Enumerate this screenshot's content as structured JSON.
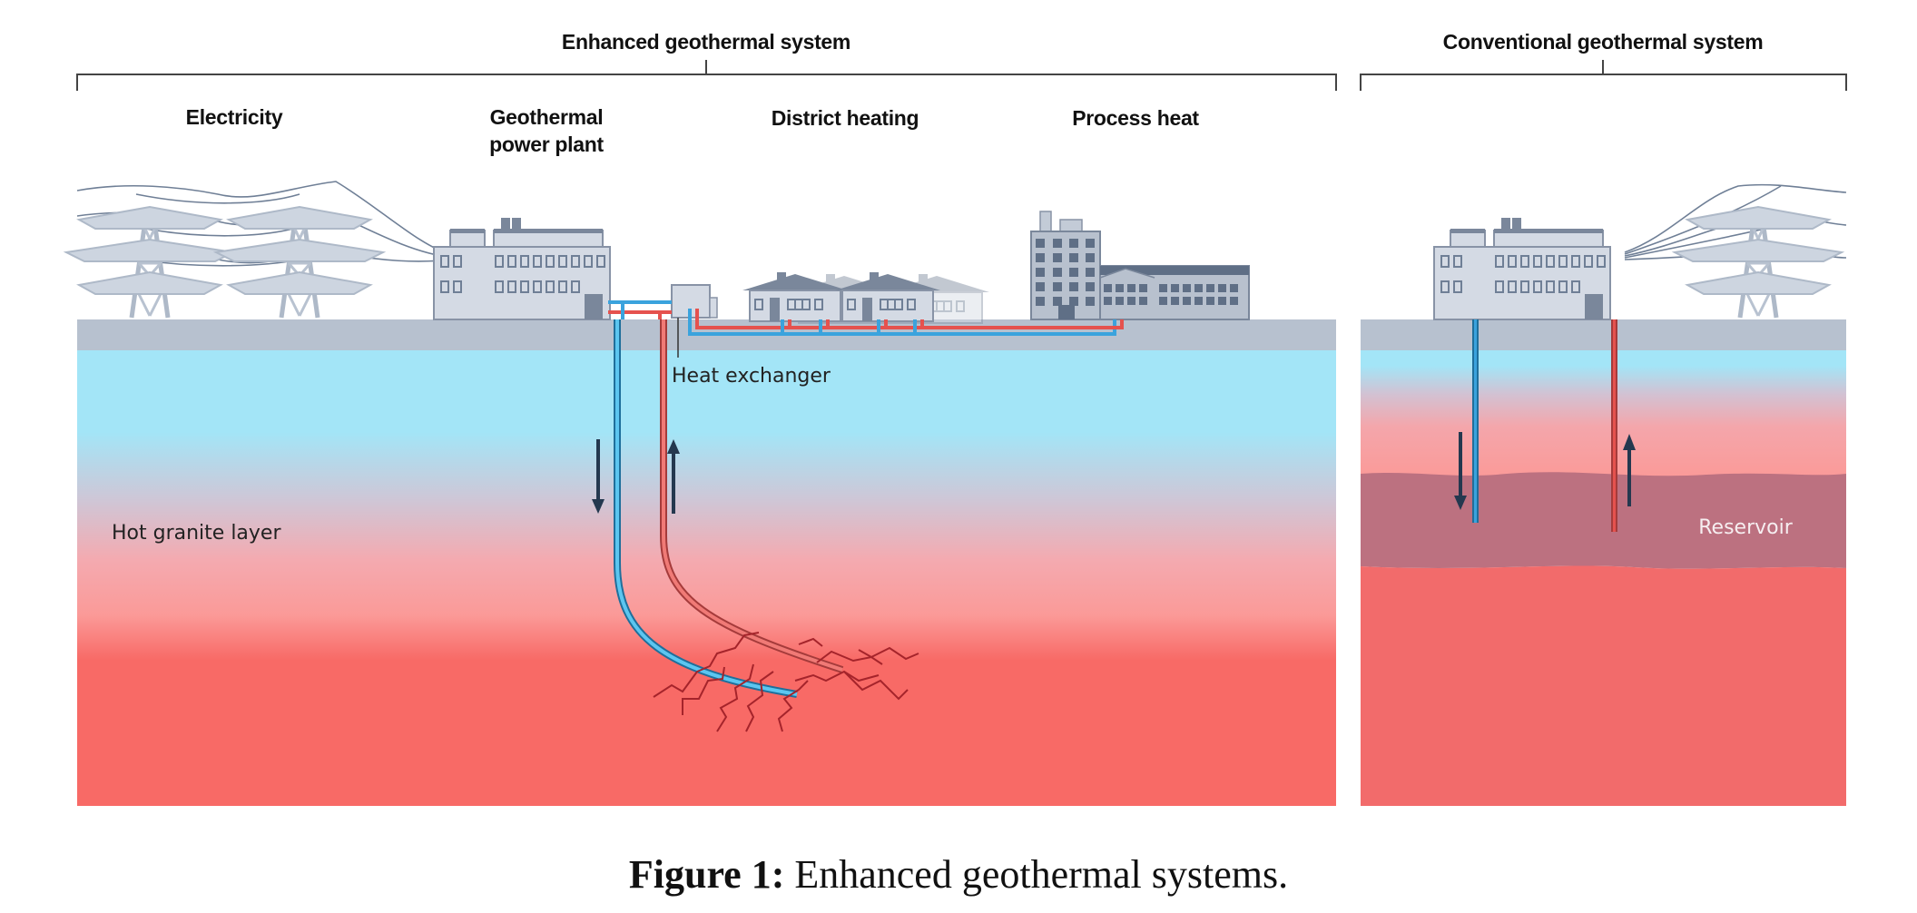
{
  "figure": {
    "ecosystems": {
      "enhanced": {
        "title": "Enhanced geothermal system",
        "sections": {
          "electricity": "Electricity",
          "power_plant_line1": "Geothermal",
          "power_plant_line2": "power plant",
          "district_heating": "District heating",
          "process_heat": "Process heat"
        },
        "annotations": {
          "heat_exchanger": "Heat exchanger",
          "hot_granite_layer": "Hot granite layer"
        }
      },
      "conventional": {
        "title": "Conventional geothermal system",
        "annotations": {
          "reservoir": "Reservoir"
        }
      }
    },
    "colors": {
      "ground": "#b7c1cf",
      "cold_layer": "#a3e5f7",
      "hot_layer": "#f86a66",
      "reservoir": "#bc7180",
      "cold_pipe": "#3aa3dd",
      "hot_pipe": "#e5524e",
      "building": "#d4dae4",
      "building_dark": "#6f7f96",
      "arrow": "#24384f"
    }
  },
  "caption": {
    "label": "Figure 1:",
    "text": " Enhanced geothermal systems."
  }
}
